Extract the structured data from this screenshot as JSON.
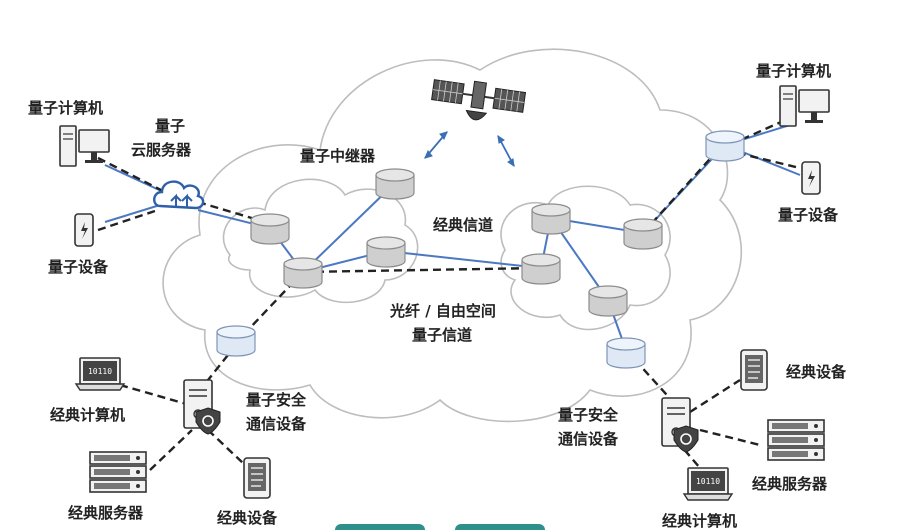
{
  "labels": {
    "quantum_computer_left": "量子计算机",
    "quantum_cloud_line1": "量子",
    "quantum_cloud_line2": "云服务器",
    "quantum_device_left": "量子设备",
    "quantum_repeater": "量子中继器",
    "classical_channel": "经典信道",
    "fiber_line1": "光纤 / 自由空间",
    "fiber_line2": "量子信道",
    "quantum_computer_right": "量子计算机",
    "quantum_device_right": "量子设备",
    "classical_computer_left": "经典计算机",
    "classical_server_left": "经典服务器",
    "classical_device_left": "经典设备",
    "qsc_left_line1": "量子安全",
    "qsc_left_line2": "通信设备",
    "qsc_right_line1": "量子安全",
    "qsc_right_line2": "通信设备",
    "classical_device_right": "经典设备",
    "classical_server_right": "经典服务器",
    "classical_computer_right": "经典计算机"
  },
  "icons": {
    "satellite": "satellite-icon",
    "cloud_server": "cloud-upload-icon",
    "computer": "desktop-computer-icon",
    "phone": "mobile-phone-icon",
    "laptop": "laptop-binary-icon",
    "server_rack": "server-rack-icon",
    "secure_server": "secure-server-icon",
    "node": "database-node-icon"
  },
  "colors": {
    "quantum_link": "#4a78c2",
    "classical_link": "#222222",
    "cloud_outline": "#bdbdbd",
    "blue_node": "#dfe9f6",
    "gray_node": "#cfcfcf"
  }
}
